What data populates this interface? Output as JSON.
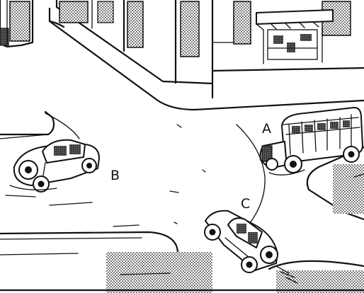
{
  "scene": {
    "vehicles": [
      {
        "id": "A",
        "label": "A",
        "kind": "truck"
      },
      {
        "id": "B",
        "label": "B",
        "kind": "car"
      },
      {
        "id": "C",
        "label": "C",
        "kind": "car"
      }
    ]
  }
}
